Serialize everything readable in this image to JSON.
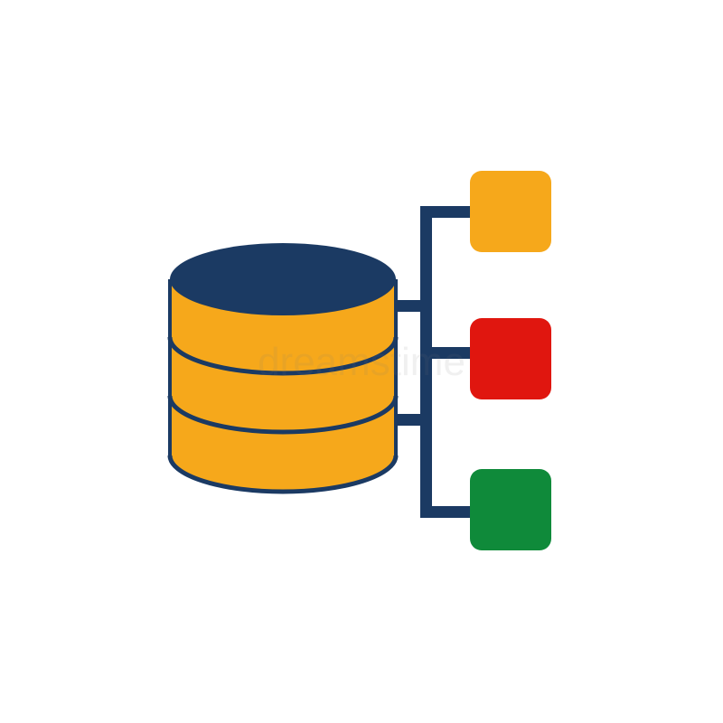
{
  "icon": {
    "name": "database-network-icon",
    "colors": {
      "background": "#ffffff",
      "outline": "#1b3a63",
      "cylinder_fill": "#f6a81b",
      "node_top": "#f6a81b",
      "node_middle": "#e0160f",
      "node_bottom": "#0f8a3a"
    },
    "database": {
      "layers": 3,
      "icon": "database-cylinder-icon"
    },
    "tree": {
      "connectors": 2,
      "nodes": [
        {
          "name": "node-top",
          "color_key": "node_top"
        },
        {
          "name": "node-middle",
          "color_key": "node_middle"
        },
        {
          "name": "node-bottom",
          "color_key": "node_bottom"
        }
      ]
    },
    "watermark": {
      "text": "dreamstime"
    }
  }
}
